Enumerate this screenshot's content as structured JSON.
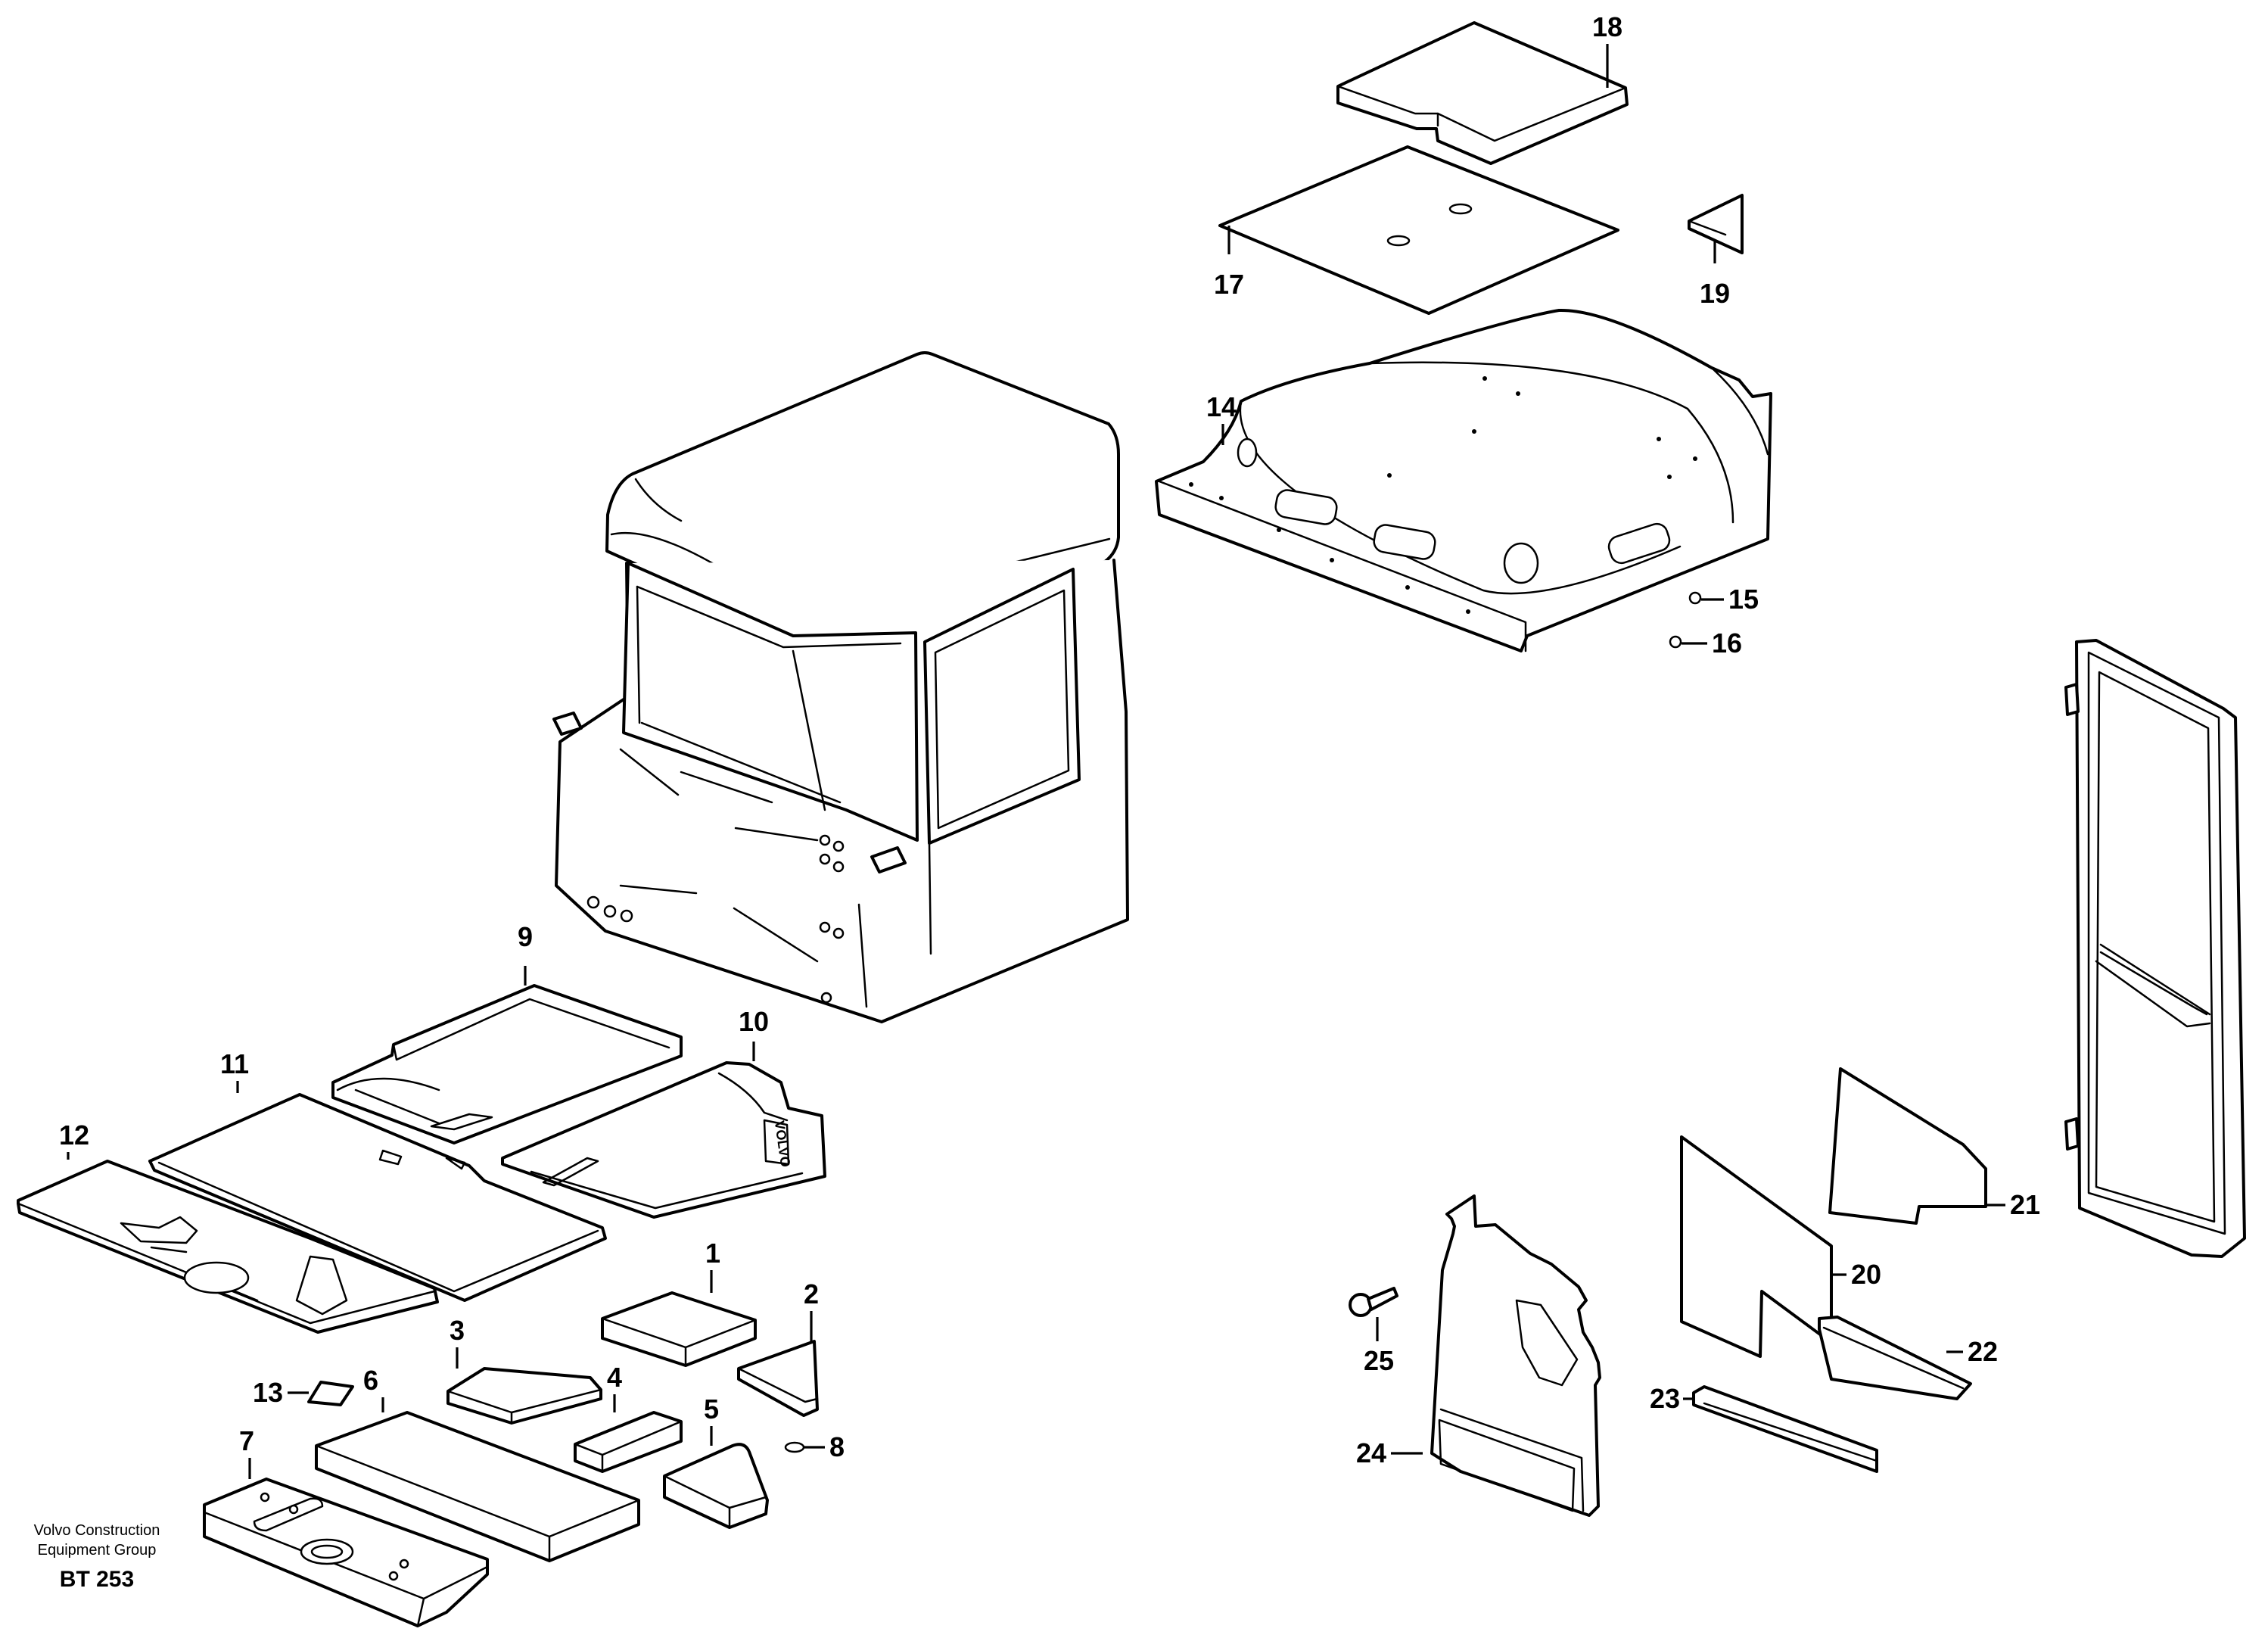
{
  "callouts": {
    "c1": "1",
    "c2": "2",
    "c3": "3",
    "c4": "4",
    "c5": "5",
    "c6": "6",
    "c7": "7",
    "c8": "8",
    "c9": "9",
    "c10": "10",
    "c11": "11",
    "c12": "12",
    "c13": "13",
    "c14": "14",
    "c15": "15",
    "c16": "16",
    "c17": "17",
    "c18": "18",
    "c19": "19",
    "c20": "20",
    "c21": "21",
    "c22": "22",
    "c23": "23",
    "c24": "24",
    "c25": "25"
  },
  "floor_mat_logo": "VOLVO",
  "caption": {
    "line1": "Volvo Construction",
    "line2": "Equipment Group",
    "code": "BT 253"
  }
}
